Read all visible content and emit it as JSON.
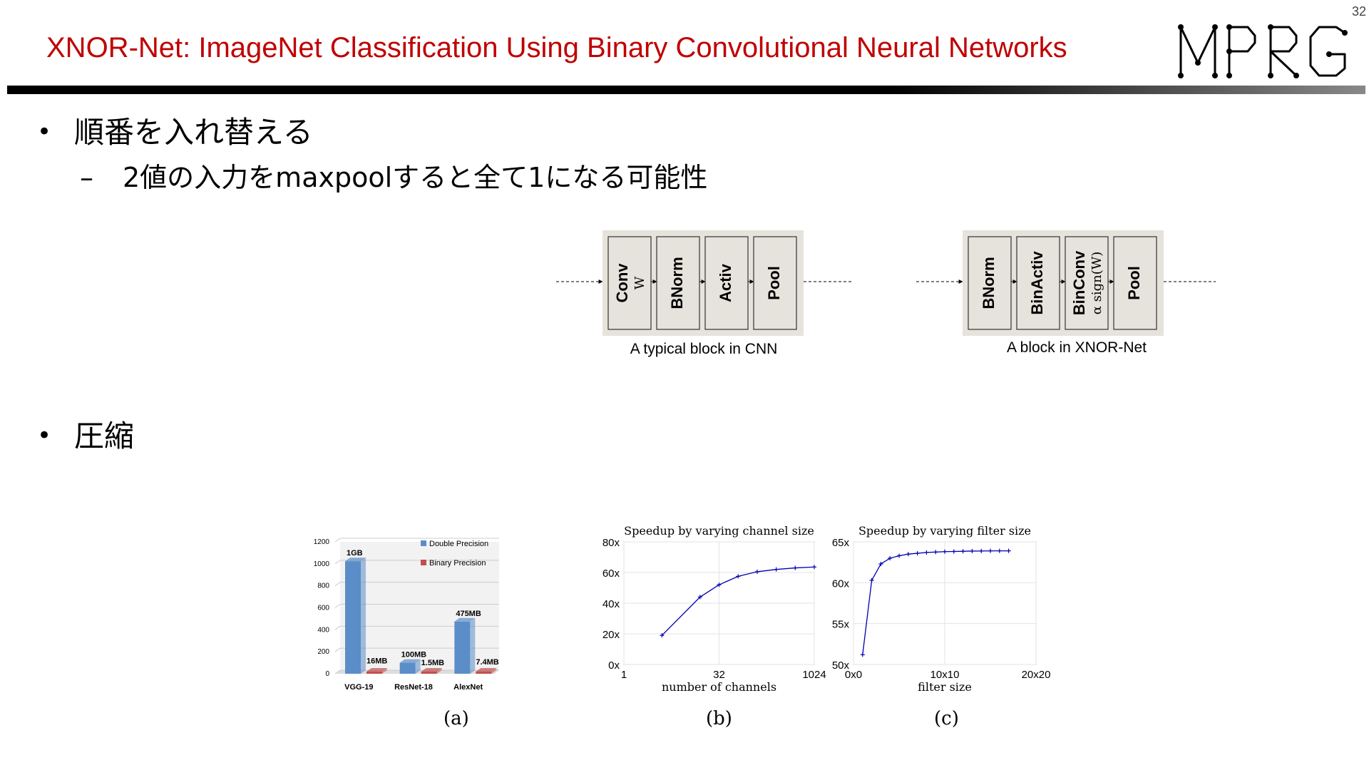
{
  "slide": {
    "title": "XNOR-Net: ImageNet Classification Using Binary Convolutional Neural Networks",
    "page_number": "32",
    "logo_text": "MPRG"
  },
  "bullets": [
    {
      "text": "順番を入れ替える",
      "subs": [
        "2値の入力をmaxpoolすると全て1になる可能性"
      ]
    },
    {
      "text": "圧縮",
      "subs": []
    }
  ],
  "blocks": {
    "cnn": {
      "caption": "A typical block in CNN",
      "layers": [
        {
          "name": "Conv",
          "sub": "W"
        },
        {
          "name": "BNorm",
          "sub": ""
        },
        {
          "name": "Activ",
          "sub": ""
        },
        {
          "name": "Pool",
          "sub": ""
        }
      ]
    },
    "xnor": {
      "caption": "A block in XNOR-Net",
      "layers": [
        {
          "name": "BNorm",
          "sub": ""
        },
        {
          "name": "BinActiv",
          "sub": ""
        },
        {
          "name": "BinConv",
          "sub": "α sign(W)"
        },
        {
          "name": "Pool",
          "sub": ""
        }
      ]
    }
  },
  "colors": {
    "title": "#c00000",
    "double_precision": "#5b8dc8",
    "binary_precision": "#c0504d",
    "line_series": "#0000b0",
    "block_bg": "#e6e3dc"
  },
  "chart_data": [
    {
      "type": "bar",
      "panel_label": "(a)",
      "categories": [
        "VGG-19",
        "ResNet-18",
        "AlexNet"
      ],
      "series": [
        {
          "name": "Double Precision",
          "values": [
            1024,
            100,
            475
          ]
        },
        {
          "name": "Binary Precision",
          "values": [
            16,
            1.5,
            7.4
          ]
        }
      ],
      "data_labels": [
        [
          "1GB",
          "100MB",
          "475MB"
        ],
        [
          "16MB",
          "1.5MB",
          "7.4MB"
        ]
      ],
      "yticks": [
        0,
        200,
        400,
        600,
        800,
        1000,
        1200
      ],
      "ylim": [
        0,
        1200
      ],
      "legend": "top-right",
      "grid": true
    },
    {
      "type": "line",
      "panel_label": "(b)",
      "title": "Speedup by varying channel size",
      "xlabel": "number of channels",
      "x_scale": "log2",
      "x": [
        4,
        16,
        32,
        64,
        128,
        256,
        512,
        1024
      ],
      "y": [
        19,
        44,
        52,
        57.5,
        60.5,
        62,
        63,
        63.6
      ],
      "xticks": [
        "1",
        "32",
        "1024"
      ],
      "yticks": [
        "0x",
        "20x",
        "40x",
        "60x",
        "80x"
      ],
      "ylim": [
        0,
        80
      ],
      "grid": true
    },
    {
      "type": "line",
      "panel_label": "(c)",
      "title": "Speedup by varying filter size",
      "xlabel": "filter size",
      "x": [
        1,
        2,
        3,
        4,
        5,
        6,
        7,
        8,
        9,
        10,
        11,
        12,
        13,
        14,
        15,
        16,
        17
      ],
      "y": [
        51.2,
        60.3,
        62.3,
        63.0,
        63.3,
        63.5,
        63.6,
        63.7,
        63.75,
        63.8,
        63.82,
        63.85,
        63.87,
        63.88,
        63.9,
        63.9,
        63.9
      ],
      "xticks": [
        "0x0",
        "10x10",
        "20x20"
      ],
      "yticks": [
        "50x",
        "55x",
        "60x",
        "65x"
      ],
      "xlim": [
        0,
        20
      ],
      "ylim": [
        50,
        65
      ],
      "grid": true
    }
  ]
}
